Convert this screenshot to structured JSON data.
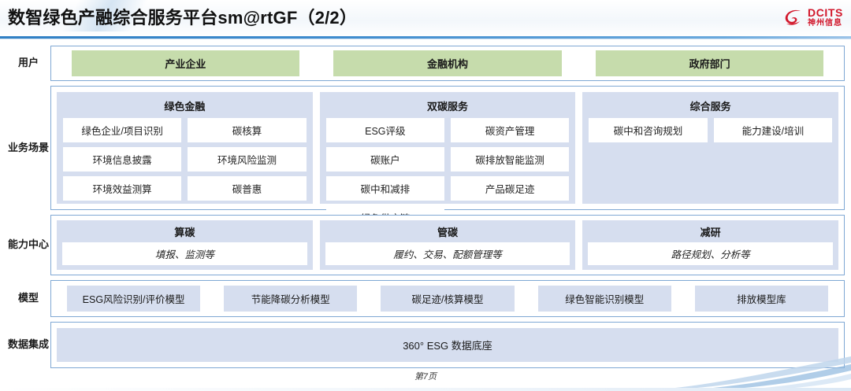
{
  "header": {
    "title": "数智绿色产融综合服务平台sm@rtGF（2/2）",
    "logo": {
      "icon": "dcits-swirl-logo",
      "en": "DCITS",
      "cn": "神州信息"
    }
  },
  "colors": {
    "user_green": "#C6DCAC",
    "panel_blue": "#D6DEEF",
    "border_blue": "#7FA8D4",
    "brand_red": "#D2172B",
    "rule_blue": "#2F7FC4"
  },
  "rows": {
    "user": {
      "label": "用户",
      "items": [
        {
          "label": "产业企业"
        },
        {
          "label": "金融机构"
        },
        {
          "label": "政府部门"
        }
      ]
    },
    "business": {
      "label": "业务场景",
      "groups": [
        {
          "title": "绿色金融",
          "cards": [
            "绿色企业/项目识别",
            "碳核算",
            "环境信息披露",
            "环境风险监测",
            "环境效益测算",
            "碳普惠"
          ]
        },
        {
          "title": "双碳服务",
          "cards": [
            "ESG评级",
            "碳资产管理",
            "碳账户",
            "碳排放智能监测",
            "碳中和减排",
            "产品碳足迹",
            "绿色供应链"
          ]
        },
        {
          "title": "综合服务",
          "cards": [
            "碳中和咨询规划",
            "能力建设/培训"
          ]
        }
      ]
    },
    "capability": {
      "label": "能力中心",
      "groups": [
        {
          "title": "算碳",
          "subtitle": "填报、监测等"
        },
        {
          "title": "管碳",
          "subtitle": "履约、交易、配额管理等"
        },
        {
          "title": "减研",
          "subtitle": "路径规划、分析等"
        }
      ]
    },
    "model": {
      "label": "模型",
      "items": [
        {
          "label": "ESG风险识别/评价模型"
        },
        {
          "label": "节能降碳分析模型"
        },
        {
          "label": "碳足迹/核算模型"
        },
        {
          "label": "绿色智能识别模型"
        },
        {
          "label": "排放模型库"
        }
      ]
    },
    "data": {
      "label": "数据集成",
      "box": "360° ESG 数据底座"
    }
  },
  "footer": {
    "page_note": "第7页"
  }
}
